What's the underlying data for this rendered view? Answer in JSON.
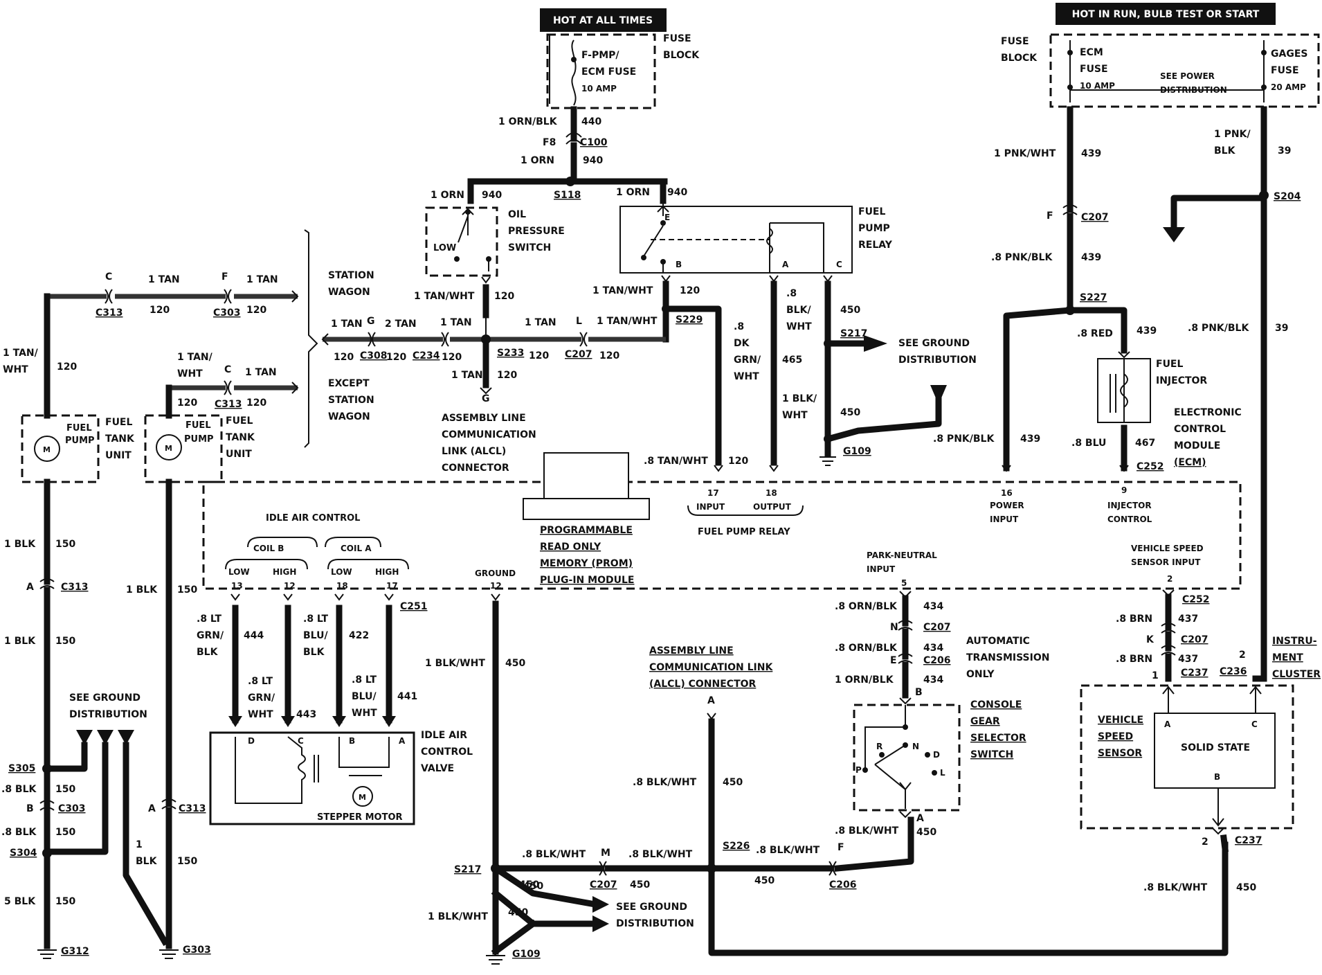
{
  "headers": {
    "hot_all_times": "HOT AT ALL TIMES",
    "hot_in_run": "HOT IN RUN, BULB TEST OR START"
  },
  "fuse_block_left": {
    "label_1": "FUSE",
    "label_2": "BLOCK",
    "fuse_1": "F-PMP/",
    "fuse_2": "ECM FUSE",
    "amp": "10 AMP"
  },
  "fuse_block_right": {
    "label_1": "FUSE",
    "label_2": "BLOCK",
    "ecm_1": "ECM",
    "ecm_2": "FUSE",
    "ecm_amp": "10 AMP",
    "see_1": "SEE POWER",
    "see_2": "DISTRIBUTION",
    "gages_1": "GAGES",
    "gages_2": "FUSE",
    "gages_amp": "20 AMP"
  },
  "wires": {
    "orn_blk": "1 ORN/BLK",
    "c440": "440",
    "f8": "F8",
    "c100": "C100",
    "orn1": "1 ORN",
    "c940": "940",
    "orn2": "1 ORN",
    "c940b": "940",
    "s118": "S118",
    "orn3": "1 ORN",
    "c940c": "940",
    "tan_wht_1": "1 TAN/WHT",
    "c120a": "120",
    "tan_wht_2": "1 TAN/WHT",
    "c120b": "120",
    "s229": "S229",
    "blk_wht_08": ".8",
    "blk_wht_blk": "BLK/",
    "blk_wht_wht": "WHT",
    "c465": "465",
    "dk": ".8",
    "dk2": "DK",
    "dk3": "GRN/",
    "dk4": "WHT",
    "c450a": "450",
    "s217a": "S217",
    "blk_wht_1": "1 BLK/",
    "blk_wht_2": "WHT",
    "c450b": "450",
    "g109a": "G109",
    "tan_wht_ecm": ".8 TAN/WHT",
    "c120ecm": "120",
    "pnk_wht": "1 PNK/WHT",
    "c439": "439",
    "pnk_blk_1": "1 PNK/",
    "pnk_blk_2": "BLK",
    "c39": "39",
    "s204": "S204",
    "f_c207": "F",
    "c207": "C207",
    "pnk_blk_08": ".8 PNK/BLK",
    "c439b": "439",
    "s227": "S227",
    "red": ".8 RED",
    "c439c": "439",
    "pnk_blk_08b": ".8 PNK/BLK",
    "c39b": "39",
    "pnk_blk_08c": ".8 PNK/BLK",
    "c439d": "439",
    "blu": ".8 BLU",
    "c467": "467",
    "c252": "C252"
  },
  "left": {
    "c_label": "C",
    "tan1": "1 TAN",
    "f_label": "F",
    "tan2": "1 TAN",
    "c313a": "C313",
    "c120_1": "120",
    "c303a": "C303",
    "c120_2": "120",
    "station": "STATION",
    "wagon": "WAGON",
    "tan_wht_l1": "1 TAN/",
    "tan_wht_l2": "WHT",
    "c120_3": "120",
    "tan_wht_r1": "1 TAN/",
    "tan_wht_r2": "WHT",
    "c_label2": "C",
    "tan3": "1 TAN",
    "c120_4": "120",
    "c313b": "C313",
    "c120_5": "120",
    "except": "EXCEPT",
    "station2": "STATION",
    "wagon2": "WAGON",
    "fuel": "FUEL",
    "pump": "PUMP",
    "fuel2": "FUEL",
    "pump2": "PUMP",
    "ftu_1": "FUEL",
    "ftu_2": "TANK",
    "ftu_3": "UNIT",
    "ftu_b1": "FUEL",
    "ftu_b2": "TANK",
    "ftu_b3": "UNIT",
    "blk1": "1 BLK",
    "c150a": "150",
    "a_label": "A",
    "c313c": "C313",
    "blk2": "1 BLK",
    "c150b": "150",
    "blk3": "1 BLK",
    "c150c": "150",
    "see_gnd_1": "SEE GROUND",
    "see_gnd_2": "DISTRIBUTION",
    "s305": "S305",
    "blk08a": ".8 BLK",
    "c150d": "150",
    "b_label": "B",
    "c303b": "C303",
    "blk08b": ".8 BLK",
    "c150e": "150",
    "s304": "S304",
    "blk5": "5 BLK",
    "c150f": "150",
    "g312": "G312",
    "a_label2": "A",
    "c313d": "C313",
    "blk1b_1": "1",
    "blk1b_2": "BLK",
    "c150g": "150",
    "g303": "G303"
  },
  "middle": {
    "tan_g": "1 TAN",
    "g_label": "G",
    "tan2": "2 TAN",
    "tan1": "1 TAN",
    "tan1b": "1 TAN",
    "l_label": "L",
    "tan_wht": "1 TAN/WHT",
    "c120_a": "120",
    "c308": "C308",
    "c120_b": "120",
    "c234": "C234",
    "c120_c": "120",
    "s233": "S233",
    "c120_d": "120",
    "c207": "C207",
    "c120_e": "120",
    "tan_down": "1 TAN",
    "c120_f": "120",
    "g_label2": "G",
    "alcl_1": "ASSEMBLY LINE",
    "alcl_2": "COMMUNICATION",
    "alcl_3": "LINK (ALCL)",
    "alcl_4": "CONNECTOR"
  },
  "oil": {
    "label_1": "OIL",
    "label_2": "PRESSURE",
    "label_3": "SWITCH",
    "low": "LOW"
  },
  "relay": {
    "label_1": "FUEL",
    "label_2": "PUMP",
    "label_3": "RELAY",
    "e": "E",
    "b": "B",
    "a": "A",
    "c": "C"
  },
  "ground_right": {
    "see_1": "SEE GROUND",
    "see_2": "DISTRIBUTION"
  },
  "injector": {
    "label_1": "FUEL",
    "label_2": "INJECTOR"
  },
  "ecm": {
    "label_1": "ELECTRONIC",
    "label_2": "CONTROL",
    "label_3": "MODULE",
    "label_4": "(ECM)",
    "prom_1": "PROGRAMMABLE",
    "prom_2": "READ ONLY",
    "prom_3": "MEMORY (PROM)",
    "prom_4": "PLUG-IN MODULE",
    "iac_title": "IDLE AIR CONTROL",
    "coil_b": "COIL B",
    "coil_a": "COIL A",
    "low": "LOW",
    "high": "HIGH",
    "low2": "LOW",
    "high2": "HIGH",
    "p13": "13",
    "p12": "12",
    "p18": "18",
    "p17": "17",
    "ground": "GROUND",
    "ground_pin": "12",
    "fpr_17": "17",
    "fpr_input": "INPUT",
    "fpr_18": "18",
    "fpr_output": "OUTPUT",
    "fpr_title": "FUEL PUMP RELAY",
    "pwr_pin": "16",
    "pwr_1": "POWER",
    "pwr_2": "INPUT",
    "inj_pin": "9",
    "inj_1": "INJECTOR",
    "inj_2": "CONTROL",
    "pn_1": "PARK-NEUTRAL",
    "pn_2": "INPUT",
    "pn_pin": "5",
    "vss_1": "VEHICLE SPEED",
    "vss_2": "SENSOR INPUT",
    "vss_pin": "2"
  },
  "iac": {
    "w444_1": ".8 LT",
    "w444_2": "GRN/",
    "w444_3": "BLK",
    "c444": "444",
    "w422_1": ".8 LT",
    "w422_2": "BLU/",
    "w422_3": "BLK",
    "c422": "422",
    "c251": "C251",
    "w443_1": ".8 LT",
    "w443_2": "GRN/",
    "w443_3": "WHT",
    "c443": "443",
    "w441_1": ".8 LT",
    "w441_2": "BLU/",
    "w441_3": "WHT",
    "c441": "441",
    "d": "D",
    "c": "C",
    "b": "B",
    "a": "A",
    "stepper": "STEPPER MOTOR",
    "label_1": "IDLE AIR",
    "label_2": "CONTROL",
    "label_3": "VALVE"
  },
  "bottom": {
    "blk_wht_1": "1 BLK/WHT",
    "c450a": "450",
    "s217": "S217",
    "blk_wht_08a": ".8 BLK/WHT",
    "m_label": "M",
    "blk_wht_08b": ".8 BLK/WHT",
    "s226": "S226",
    "blk_wht_08c": ".8 BLK/WHT",
    "f_label": "F",
    "c450b": "450",
    "c207": "C207",
    "c450c": "450",
    "c450d": "450",
    "c206": "C206",
    "c450e": "450",
    "blk_wht_2": "1 BLK/WHT",
    "c450f": "450",
    "see_1": "SEE GROUND",
    "see_2": "DISTRIBUTION",
    "g109": "G109",
    "alcl_1": "ASSEMBLY LINE",
    "alcl_2": "COMMUNICATION LINK",
    "alcl_3": "(ALCL) CONNECTOR",
    "alcl_a": "A",
    "blk_wht_08d": ".8 BLK/WHT",
    "c450g": "450",
    "blk_wht_08e": ".8 BLK/WHT",
    "c450h": "450"
  },
  "trans": {
    "orn_blk_08a": ".8 ORN/BLK",
    "c434a": "434",
    "n_label": "N",
    "c207": "C207",
    "orn_blk_08b": ".8 ORN/BLK",
    "c434b": "434",
    "e_label": "E",
    "c206": "C206",
    "orn_blk_1": "1 ORN/BLK",
    "c434c": "434",
    "auto_1": "AUTOMATIC",
    "auto_2": "TRANSMISSION",
    "auto_3": "ONLY",
    "b_label": "B",
    "sw_1": "CONSOLE",
    "sw_2": "GEAR",
    "sw_3": "SELECTOR",
    "sw_4": "SWITCH",
    "r": "R",
    "n": "N",
    "d": "D",
    "p": "P",
    "l": "L",
    "a_label": "A",
    "blk_wht": ".8 BLK/WHT",
    "c450": "450"
  },
  "cluster": {
    "brn_1": ".8 BRN",
    "c437a": "437",
    "k_label": "K",
    "c207": "C207",
    "brn_2": ".8 BRN",
    "c437b": "437",
    "c252": "C252",
    "c237": "C237",
    "pin1": "1",
    "pin2": "2",
    "c236": "C236",
    "ic_1": "INSTRU-",
    "ic_2": "MENT",
    "ic_3": "CLUSTER",
    "vss_1": "VEHICLE",
    "vss_2": "SPEED",
    "vss_3": "SENSOR",
    "a": "A",
    "c": "C",
    "b": "B",
    "solid": "SOLID STATE",
    "pin2b": "2",
    "c237b": "C237"
  }
}
